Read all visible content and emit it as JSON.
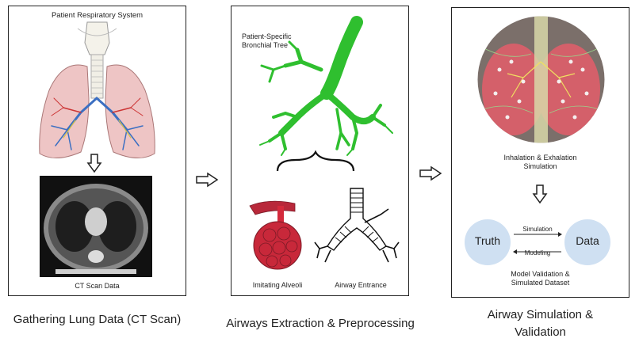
{
  "panel1": {
    "title": "Patient Respiratory System",
    "ct_label": "CT Scan Data",
    "caption": "Gathering Lung Data (CT Scan)"
  },
  "panel2": {
    "title_line1": "Patient-Specific",
    "title_line2": "Bronchial Tree",
    "alveoli_label": "Imitating Alveoli",
    "airway_label": "Airway Entrance",
    "caption": "Airways Extraction & Preprocessing"
  },
  "panel3": {
    "sim_line1": "Inhalation & Exhalation",
    "sim_line2": "Simulation",
    "truth": "Truth",
    "data": "Data",
    "simulation_arrow": "Simulation",
    "modeling_arrow": "Modeling",
    "validation_line1": "Model Validation &",
    "validation_line2": "Simulated Dataset",
    "caption_line1": "Airway Simulation &",
    "caption_line2": "Validation"
  },
  "colors": {
    "bronchial_green": "#2fbf2f",
    "alveoli_red": "#c8283a",
    "circle_fill": "#cfe0f2",
    "lung_pink": "#e8b8b8"
  }
}
